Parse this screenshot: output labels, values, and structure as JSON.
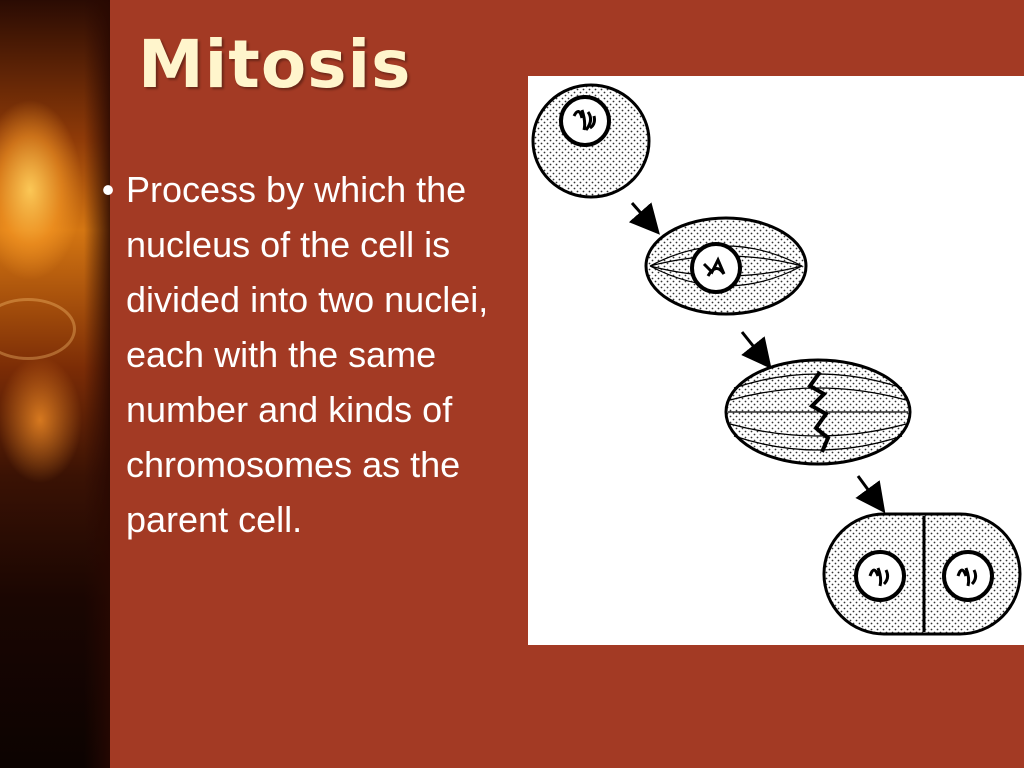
{
  "slide": {
    "title": "Mitosis",
    "bullet": "Process by which the nucleus of the cell is divided into two nuclei, each with the same number and kinds of chromosomes as the parent cell."
  },
  "diagram": {
    "stages": [
      "interphase-cell",
      "prophase-cell",
      "metaphase-cell",
      "telophase-daughter-cells"
    ],
    "arrow_icon": "arrow-down-right-icon"
  },
  "colors": {
    "background": "#a33a24",
    "title": "#fff5cc",
    "text": "#ffffff",
    "diagram_bg": "#ffffff"
  }
}
